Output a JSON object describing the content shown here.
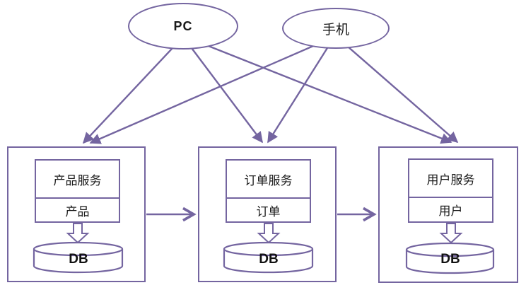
{
  "diagram": {
    "title": "clients-to-microservices architecture",
    "clients": [
      {
        "id": "pc",
        "label": "PC"
      },
      {
        "id": "mobile",
        "label": "手机"
      }
    ],
    "services": [
      {
        "id": "product",
        "service_label": "产品服务",
        "module_label": "产品",
        "db_label": "DB"
      },
      {
        "id": "order",
        "service_label": "订单服务",
        "module_label": "订单",
        "db_label": "DB"
      },
      {
        "id": "user",
        "service_label": "用户服务",
        "module_label": "用户",
        "db_label": "DB"
      }
    ],
    "connections": {
      "client_to_service": "each client connects to all three services (arrows point to services)",
      "service_chain": "product → order → user"
    },
    "colors": {
      "stroke": "#7465a0",
      "text": "#1a1a1a",
      "background": "#ffffff"
    }
  }
}
